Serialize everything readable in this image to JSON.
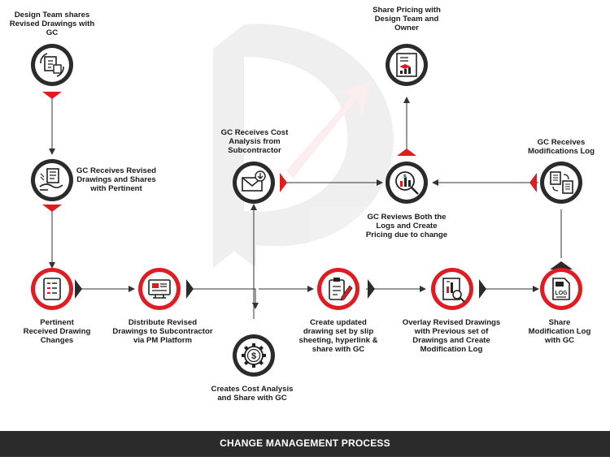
{
  "diagram": {
    "title": "CHANGE MANAGEMENT PROCESS",
    "colors": {
      "accent": "#e11b22",
      "dark": "#2b2b2b",
      "line": "#333333"
    },
    "steps": [
      {
        "id": "design-team-shares",
        "label": "Design Team shares\nRevised Drawings with\nGC",
        "icon": "revised-drawings-icon"
      },
      {
        "id": "gc-receives-revised",
        "label": "GC Receives Revised\nDrawings and Shares\nwith Pertinent",
        "icon": "hand-document-icon"
      },
      {
        "id": "pertinent-received",
        "label": "Pertinent\nReceived Drawing\nChanges",
        "icon": "checklist-icon"
      },
      {
        "id": "distribute-revised",
        "label": "Distribute Revised\nDrawings to Subcontractor\nvia PM Platform",
        "icon": "platform-icon"
      },
      {
        "id": "creates-cost-analysis",
        "label": "Creates Cost Analysis\nand Share with GC",
        "icon": "dollar-gear-icon"
      },
      {
        "id": "gc-receives-cost",
        "label": "GC Receives Cost\nAnalysis from\nSubcontractor",
        "icon": "envelope-icon"
      },
      {
        "id": "create-updated-set",
        "label": "Create updated\ndrawing set by slip\nsheeting, hyperlink &\nshare with GC",
        "icon": "clipboard-edit-icon"
      },
      {
        "id": "overlay-revised",
        "label": "Overlay Revised Drawings\nwith Previous set of\nDrawings and Create\nModification Log",
        "icon": "report-search-icon"
      },
      {
        "id": "share-modification-log",
        "label": "Share\nModification Log\nwith GC",
        "icon": "log-file-icon"
      },
      {
        "id": "gc-receives-mod-log",
        "label": "GC Receives\nModifications Log",
        "icon": "document-exchange-icon"
      },
      {
        "id": "gc-reviews-logs",
        "label": "GC Reviews Both the\nLogs and Create\nPricing due to change",
        "icon": "analytics-search-icon"
      },
      {
        "id": "share-pricing",
        "label": "Share Pricing with\nDesign Team and\nOwner",
        "icon": "pricing-report-icon"
      }
    ]
  }
}
